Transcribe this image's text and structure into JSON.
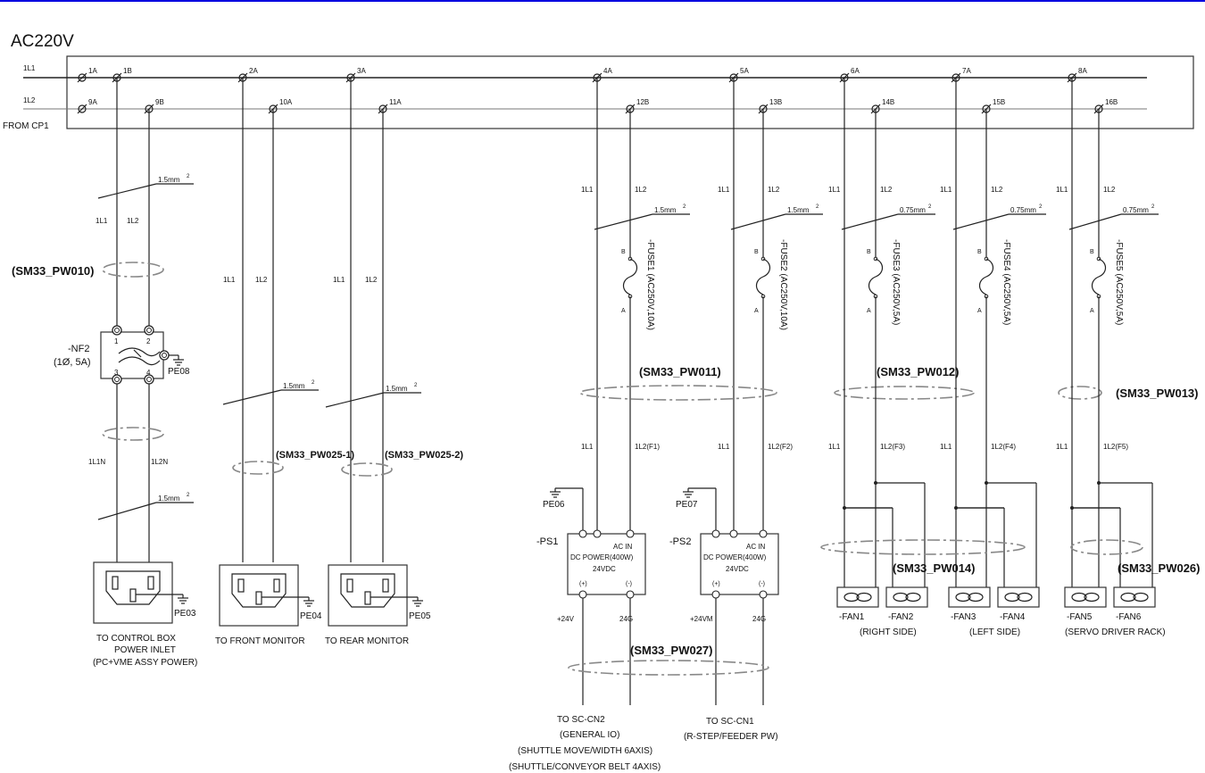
{
  "title": "AC220V",
  "bus": {
    "line1_label": "1L1",
    "line2_label": "1L2",
    "source_label": "FROM CP1",
    "terminals_l1": [
      "1A",
      "1B",
      "2A",
      "3A",
      "4A",
      "5A",
      "6A",
      "7A",
      "8A"
    ],
    "terminals_l2": [
      "9A",
      "9B",
      "10A",
      "11A",
      "12B",
      "13B",
      "14B",
      "15B",
      "16B"
    ]
  },
  "wire_labels": {
    "l1": "1L1",
    "l2": "1L2",
    "l1n": "1L1N",
    "l2n": "1L2N",
    "cross_section_15": "1.5mm",
    "cross_section_075": "0.75mm",
    "squared": "2"
  },
  "noise_filter": {
    "name": "-NF2",
    "rating": "(1Ø, 5A)",
    "pins": [
      "1",
      "2",
      "3",
      "4"
    ],
    "ground": "PE08"
  },
  "cables": {
    "pw010": "(SM33_PW010)",
    "pw025_1": "(SM33_PW025-1)",
    "pw025_2": "(SM33_PW025-2)",
    "pw011": "(SM33_PW011)",
    "pw012": "(SM33_PW012)",
    "pw013": "(SM33_PW013)",
    "pw014": "(SM33_PW014)",
    "pw026": "(SM33_PW026)",
    "pw027": "(SM33_PW027)"
  },
  "outlets": [
    {
      "ground": "PE03",
      "caption": [
        "TO CONTROL BOX",
        "POWER INLET",
        "(PC+VME ASSY POWER)"
      ]
    },
    {
      "ground": "PE04",
      "caption": [
        "TO FRONT MONITOR"
      ]
    },
    {
      "ground": "PE05",
      "caption": [
        "TO REAR MONITOR"
      ]
    }
  ],
  "fuses": [
    {
      "label": "-FUSE1 (AC250V,10A)",
      "out": "1L2(F1)"
    },
    {
      "label": "-FUSE2 (AC250V,10A)",
      "out": "1L2(F2)"
    },
    {
      "label": "-FUSE3 (AC250V,5A)",
      "out": "1L2(F3)"
    },
    {
      "label": "-FUSE4 (AC250V,5A)",
      "out": "1L2(F4)"
    },
    {
      "label": "-FUSE5 (AC250V,5A)",
      "out": "1L2(F5)"
    }
  ],
  "fuse_pins": {
    "top": "B",
    "bottom": "A"
  },
  "power_supplies": [
    {
      "name": "-PS1",
      "ground": "PE06",
      "ac_in": "AC  IN",
      "type": "DC POWER(400W)",
      "voltage": "24VDC",
      "plus": "(+)",
      "minus": "(-)",
      "out_plus": "+24V",
      "out_minus": "24G"
    },
    {
      "name": "-PS2",
      "ground": "PE07",
      "ac_in": "AC  IN",
      "type": "DC POWER(400W)",
      "voltage": "24VDC",
      "plus": "(+)",
      "minus": "(-)",
      "out_plus": "+24VM",
      "out_minus": "24G"
    }
  ],
  "ps_destinations": [
    [
      "TO SC-CN2",
      "(GENERAL IO)",
      "(SHUTTLE MOVE/WIDTH 6AXIS)",
      "(SHUTTLE/CONVEYOR BELT 4AXIS)"
    ],
    [
      "TO SC-CN1",
      "(R-STEP/FEEDER PW)"
    ]
  ],
  "fans": [
    "-FAN1",
    "-FAN2",
    "-FAN3",
    "-FAN4",
    "-FAN5",
    "-FAN6"
  ],
  "fan_groups": [
    "(RIGHT SIDE)",
    "(LEFT SIDE)",
    "(SERVO DRIVER RACK)"
  ]
}
